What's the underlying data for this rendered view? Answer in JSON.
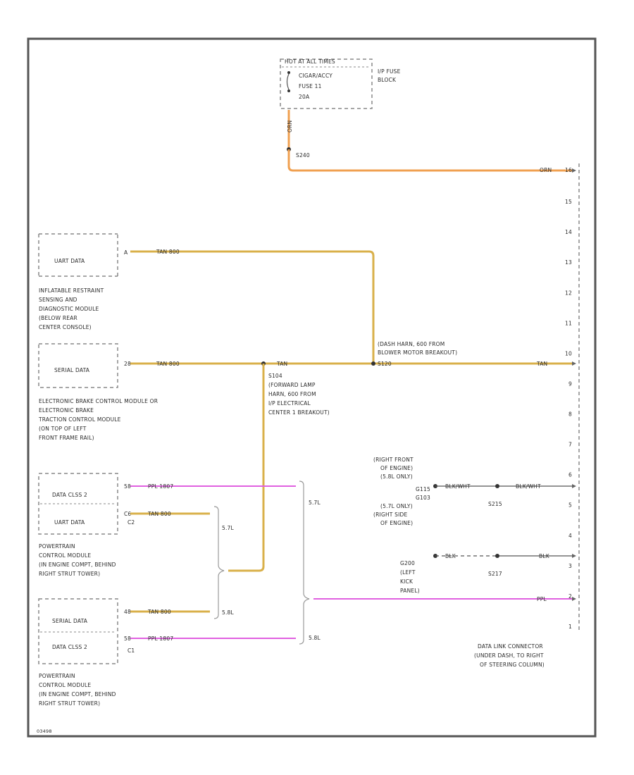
{
  "fuse_block": {
    "header": "HOT AT ALL TIMES",
    "fuse_lines": [
      "CIGAR/ACCY",
      "FUSE 11",
      "20A"
    ],
    "location": [
      "I/P FUSE",
      "BLOCK"
    ]
  },
  "splices": {
    "s240": "S240",
    "s120": "S120",
    "s120_desc": [
      "(DASH HARN, 600 FROM",
      "BLOWER MOTOR BREAKOUT)"
    ],
    "s104": "S104",
    "s104_desc": [
      "(FORWARD LAMP",
      "HARN, 600 FROM",
      "I/P ELECTRICAL",
      "CENTER 1 BREAKOUT)"
    ],
    "s215": "S215",
    "s217": "S217"
  },
  "wires": {
    "orn_vertical": "ORN",
    "orn_dlc": "ORN",
    "tan_inflatable": "TAN  800",
    "tan_ebcm": "TAN  800",
    "tan_mid": "TAN",
    "tan_dlc": "TAN",
    "ppl_57": "PPL  1807",
    "tan_57": "TAN  800",
    "tan_58": "TAN  800",
    "ppl_58": "PPL  1807",
    "ppl_dlc": "PPL",
    "blk_wht_left": "BLK/WHT",
    "blk_wht_right": "BLK/WHT",
    "blk_left": "BLK",
    "blk_right": "BLK"
  },
  "modules": {
    "inflatable": {
      "box_label": "UART DATA",
      "pin": "A",
      "desc": [
        "INFLATABLE RESTRAINT",
        "SENSING AND",
        "DIAGNOSTIC MODULE",
        "(BELOW REAR",
        "CENTER CONSOLE)"
      ]
    },
    "ebcm": {
      "box_label": "SERIAL DATA",
      "pin": "28",
      "desc": [
        "ELECTRONIC BRAKE CONTROL MODULE     OR",
        "ELECTRONIC BRAKE",
        "TRACTION CONTROL MODULE",
        "(ON TOP OF LEFT",
        "FRONT FRAME RAIL)"
      ]
    },
    "pcm_57": {
      "row1_label": "DATA CLSS 2",
      "row1_pin": "58",
      "row2_label": "UART DATA",
      "row2_pin": "C6",
      "connector": "C2",
      "desc": [
        "POWERTRAIN",
        "CONTROL MODULE",
        "(IN ENGINE COMPT, BEHIND",
        "RIGHT STRUT TOWER)"
      ]
    },
    "pcm_58": {
      "row1_label": "SERIAL DATA",
      "row1_pin": "48",
      "row2_label": "DATA CLSS 2",
      "row2_pin": "58",
      "connector": "C1",
      "desc": [
        "POWERTRAIN",
        "CONTROL MODULE",
        "(IN ENGINE COMPT, BEHIND",
        "RIGHT STRUT TOWER)"
      ]
    }
  },
  "engine_labels": {
    "brace_57_upper": "5.7L",
    "brace_58_upper": "5.8L",
    "brace_57_lower": "5.7L",
    "brace_58_lower": "5.8L"
  },
  "ground_notes": {
    "g103_block": [
      "(RIGHT FRONT",
      "OF ENGINE)",
      "(5.8L ONLY)",
      "G115",
      "G103",
      "(5.7L ONLY)",
      "(RIGHT SIDE",
      "OF ENGINE)"
    ],
    "g200_block": [
      "G200",
      "(LEFT",
      "KICK",
      "PANEL)"
    ]
  },
  "dlc": {
    "pins": [
      "16",
      "15",
      "14",
      "13",
      "12",
      "11",
      "10",
      "9",
      "8",
      "7",
      "6",
      "5",
      "4",
      "3",
      "2",
      "1"
    ],
    "desc": [
      "DATA LINK CONNECTOR",
      "(UNDER DASH, TO RIGHT",
      "OF STEERING COLUMN)"
    ]
  },
  "footer_code": "03498",
  "colors": {
    "orange_wire": "#f0a050",
    "tan_wire": "#d9b04a",
    "purple_wire": "#e060e0",
    "black_wire": "#555555"
  }
}
